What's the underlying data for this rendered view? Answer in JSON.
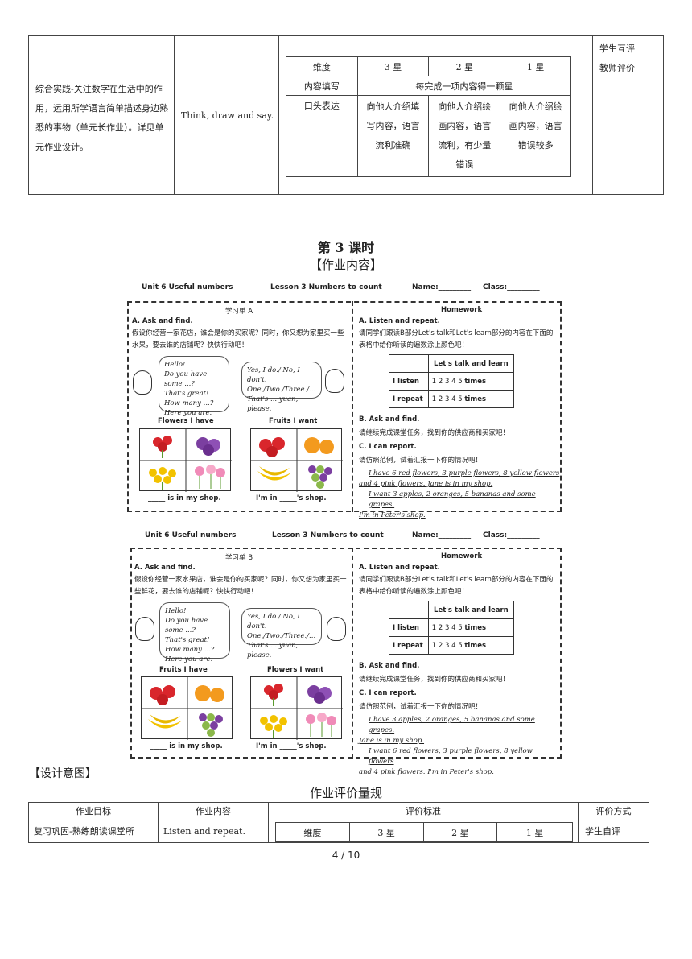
{
  "top_table": {
    "goal_text": "综合实践-关注数字在生活中的作用，运用所学语言简单描述身边熟悉的事物（单元长作业）。详见单元作业设计。",
    "content": "Think, draw and say.",
    "inner": {
      "h": [
        "维度",
        "3 星",
        "2 星",
        "1 星"
      ],
      "r1": [
        "内容填写",
        "每完成一项内容得一颗星"
      ],
      "r2": [
        "口头表达",
        "向他人介绍填写内容，语言流利准确",
        "向他人介绍绘画内容，语言流利，有少量错误",
        "向他人介绍绘画内容，语言错误较多"
      ]
    },
    "eval_method": [
      "学生互评",
      "教师评价"
    ]
  },
  "lesson_title": "第 3 课时",
  "section_content": "【作业内容】",
  "worksheet_a": {
    "header": {
      "unit": "Unit 6 Useful numbers",
      "lesson": "Lesson 3 Numbers to count",
      "name": "Name:_________",
      "class": "Class:_________"
    },
    "sheet_label": "学习单 A",
    "task": "A. Ask and find.",
    "desc": "假设你经营一家花店，谁会是你的买家呢？同时，你又想为家里买一些水果，要去谁的店铺呢？快快行动吧！",
    "bubble_left": [
      "Hello!",
      "Do you have some ...?",
      "That's great!",
      "How many ...?",
      "Here you are."
    ],
    "bubble_right": [
      "Yes, I do./ No, I don't.",
      "One./Two./Three./...",
      "That's ... yuan, please."
    ],
    "left_box_title": "Flowers I have",
    "right_box_title": "Fruits I want",
    "left_caption": "_____ is in my shop.",
    "right_caption": "I'm in _____'s shop.",
    "hw": {
      "title": "Homework",
      "a": "A. Listen and repeat.",
      "a_desc": "请同学们跟读B部分Let's talk和Let's learn部分的内容在下面的表格中给你听读的遍数涂上颜色吧！",
      "table_head": "Let's talk and learn",
      "rows": [
        "I listen",
        "I repeat"
      ],
      "nums": "1  2  3  4  5",
      "times": "times",
      "b": "B. Ask and find.",
      "b_desc": "请继续完成课堂任务，找到你的供应商和买家吧！",
      "c": "C. I can report.",
      "c_desc": "请仿照范例，试着汇报一下你的情况吧！",
      "report": [
        "I have 6 red flowers, 3 purple flowers, 8 yellow flowers",
        "and 4 pink flowers. Jane is in my shop.",
        "I want 3 apples, 2 oranges, 5 bananas and some grapes.",
        "I'm in Peter's shop."
      ]
    }
  },
  "worksheet_b": {
    "header": {
      "unit": "Unit 6 Useful numbers",
      "lesson": "Lesson 3 Numbers to count",
      "name": "Name:_________",
      "class": "Class:_________"
    },
    "sheet_label": "学习单 B",
    "task": "A. Ask and find.",
    "desc": "假设你经营一家水果店，谁会是你的买家呢？同时，你又想为家里买一些鲜花，要去谁的店铺呢？快快行动吧！",
    "bubble_left": [
      "Hello!",
      "Do you have some ...?",
      "That's great!",
      "How many ...?",
      "Here you are."
    ],
    "bubble_right": [
      "Yes, I do./ No, I don't.",
      "One./Two./Three./...",
      "That's ... yuan, please."
    ],
    "left_box_title": "Fruits I have",
    "right_box_title": "Flowers I want",
    "left_caption": "_____ is in my shop.",
    "right_caption": "I'm in _____'s shop.",
    "hw": {
      "title": "Homework",
      "a": "A. Listen and repeat.",
      "a_desc": "请同学们跟读B部分Let's talk和Let's learn部分的内容在下面的表格中给你听读的遍数涂上颜色吧！",
      "table_head": "Let's talk and learn",
      "rows": [
        "I listen",
        "I repeat"
      ],
      "nums": "1  2  3  4  5",
      "times": "times",
      "b": "B. Ask and find.",
      "b_desc": "请继续完成课堂任务，找到你的供应商和买家吧！",
      "c": "C. I can report.",
      "c_desc": "请仿照范例，试着汇报一下你的情况吧！",
      "report": [
        "I have 3 apples, 2 oranges, 5 bananas and some grapes.",
        "Jane is in my shop.",
        "I want 6 red flowers, 3 purple flowers, 8 yellow flowers",
        "and 4 pink flowers. I'm in Peter's shop."
      ]
    }
  },
  "design_intent": "【设计意图】",
  "rubric_title": "作业评价量规",
  "bottom_table": {
    "headers": [
      "作业目标",
      "作业内容",
      "评价标准",
      "评价方式"
    ],
    "row_goal": "复习巩固-熟练朗读课堂所",
    "row_content": "Listen and repeat.",
    "inner_head": [
      "维度",
      "3 星",
      "2 星",
      "1 星"
    ],
    "row_method": "学生自评"
  },
  "page_number": "4 / 10",
  "colors": {
    "red": "#d9262c",
    "purple": "#7b3fa0",
    "yellow": "#f2c200",
    "pink": "#f08bb8",
    "orange": "#f39a1e",
    "green": "#5a9a2e"
  }
}
